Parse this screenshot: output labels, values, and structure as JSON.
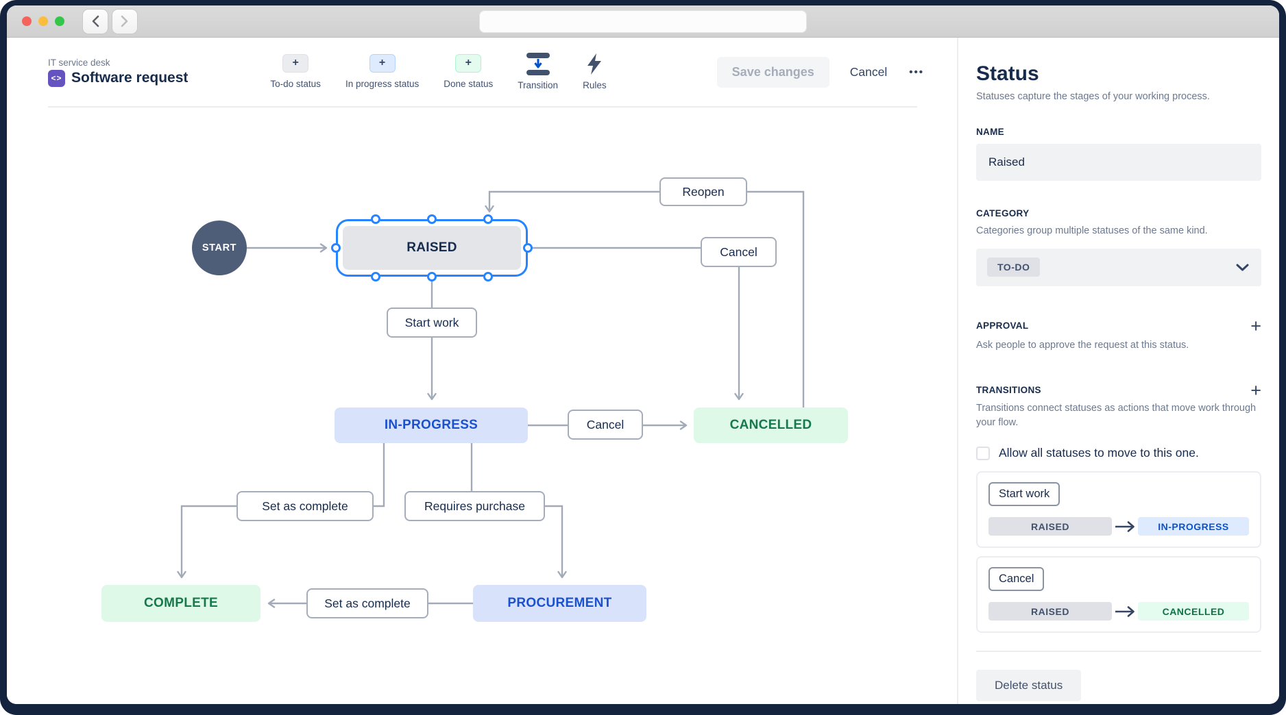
{
  "window": {
    "url_bar_text": ""
  },
  "header": {
    "breadcrumb": "IT service desk",
    "title": "Software request",
    "project_icon_glyph": "<>",
    "toolbar": {
      "add_buttons": [
        {
          "plus": "+",
          "label": "To-do status"
        },
        {
          "plus": "+",
          "label": "In progress status"
        },
        {
          "plus": "+",
          "label": "Done status"
        }
      ],
      "transition_label": "Transition",
      "rules_label": "Rules"
    },
    "actions": {
      "save_label": "Save changes",
      "cancel_label": "Cancel",
      "more_label": "•••"
    }
  },
  "diagram": {
    "nodes": {
      "start": "START",
      "raised": "RAISED",
      "in_progress": "IN-PROGRESS",
      "cancelled": "CANCELLED",
      "complete": "COMPLETE",
      "procurement": "PROCUREMENT"
    },
    "transitions": {
      "reopen": "Reopen",
      "cancel_top": "Cancel",
      "start_work": "Start work",
      "cancel_mid": "Cancel",
      "set_as_complete_upper": "Set as complete",
      "requires_purchase": "Requires purchase",
      "set_as_complete_lower": "Set as complete"
    }
  },
  "sidebar": {
    "title": "Status",
    "subtitle": "Statuses capture the stages of your working process.",
    "name_section": {
      "label": "NAME",
      "value": "Raised"
    },
    "category_section": {
      "label": "CATEGORY",
      "description": "Categories group multiple statuses of the same kind.",
      "selected": "TO-DO"
    },
    "approval_section": {
      "label": "APPROVAL",
      "description": "Ask people to approve the request at this status.",
      "add": "+"
    },
    "transitions_section": {
      "label": "TRANSITIONS",
      "description": "Transitions connect statuses as actions that move work through your flow.",
      "add": "+",
      "allow_all_label": "Allow all statuses to move to this one.",
      "cards": [
        {
          "action": "Start work",
          "from": "RAISED",
          "to": "IN-PROGRESS"
        },
        {
          "action": "Cancel",
          "from": "RAISED",
          "to": "CANCELLED"
        }
      ]
    },
    "delete_label": "Delete status"
  },
  "colors": {
    "selection_blue": "#2684FF",
    "todo_gray_bg": "#DFE1E6",
    "inprogress_blue_bg": "#DEEBFF",
    "inprogress_blue_text": "#1B51CE",
    "done_green_bg": "#E3FCEF",
    "done_green_text": "#15794B",
    "navy_text": "#172B4D",
    "edge_gray": "#A2AAB8",
    "frame_navy": "#15243E",
    "project_purple": "#6554C0"
  }
}
